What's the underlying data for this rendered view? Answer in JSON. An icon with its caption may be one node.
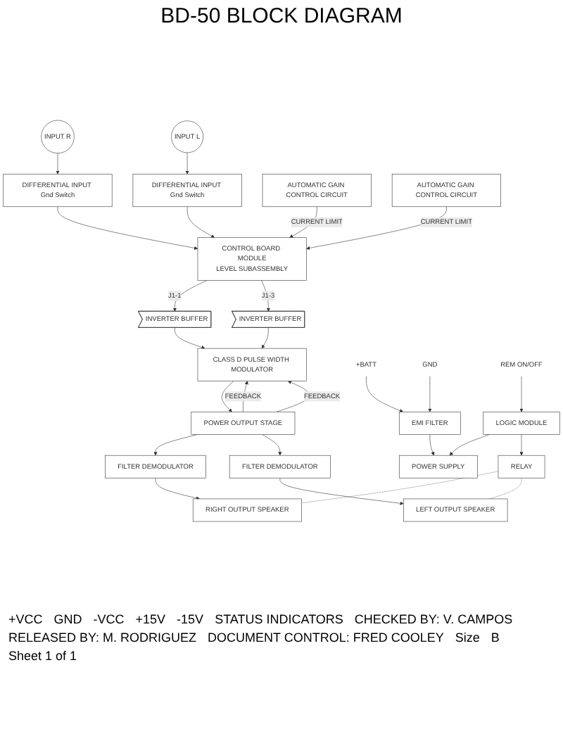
{
  "diagram": {
    "title": "BD-50 BLOCK DIAGRAM",
    "nodes": [
      {
        "text": [
          "INPUT R"
        ]
      },
      {
        "text": [
          "INPUT L"
        ]
      },
      {
        "text": [
          "DIFFERENTIAL INPUT Gnd Switch"
        ]
      },
      {
        "text": [
          "DIFFERENTIAL INPUT Gnd Switch"
        ]
      },
      {
        "text": [
          "CONTROL BOARD MODULE",
          "LEVEL SUBASSEMBLY"
        ]
      },
      {
        "text": [
          "INVERTER BUFFER"
        ]
      },
      {
        "text": [
          "INVERTER BUFFER"
        ]
      },
      {
        "text": [
          "CLASS D PULSE WIDTH MODULATOR"
        ]
      },
      {
        "text": [
          "POWER OUTPUT STAGE"
        ]
      },
      {
        "text": [
          "FILTER DEMODULATOR"
        ]
      },
      {
        "text": [
          "FILTER DEMODULATOR"
        ]
      },
      {
        "text": [
          "RIGHT OUTPUT SPEAKER"
        ]
      },
      {
        "text": [
          "LEFT OUTPUT SPEAKER"
        ]
      },
      {
        "text": [
          "RELAY"
        ]
      },
      {
        "text": [
          "AUTOMATIC GAIN CONTROL CIRCUIT"
        ]
      },
      {
        "text": [
          "AUTOMATIC GAIN CONTROL CIRCUIT"
        ]
      },
      {
        "text": [
          "POWER SUPPLY"
        ]
      },
      {
        "text": [
          "EMI FILTER"
        ]
      },
      {
        "text": [
          "LOGIC MODULE"
        ]
      },
      {
        "text": [
          "+BATT"
        ]
      },
      {
        "text": [
          "GND"
        ]
      },
      {
        "text": [
          "REM ON/OFF"
        ]
      }
    ],
    "edges": [
      {
        "from": 0,
        "to": 2,
        "arrow": "to"
      },
      {
        "from": 1,
        "to": 3,
        "arrow": "to"
      },
      {
        "from": 2,
        "to": 4,
        "arrow": "to"
      },
      {
        "from": 3,
        "to": 4,
        "arrow": "to"
      },
      {
        "from": 4,
        "to": 5,
        "arrow": "to",
        "label": "J1-1"
      },
      {
        "from": 4,
        "to": 6,
        "arrow": "to",
        "label": "J1-3"
      },
      {
        "from": 5,
        "to": 7,
        "arrow": "to"
      },
      {
        "from": 6,
        "to": 7,
        "arrow": "to"
      },
      {
        "from": 7,
        "to": 8,
        "arrow": "to"
      },
      {
        "from": 8,
        "to": 9,
        "arrow": "to"
      },
      {
        "from": 8,
        "to": 10,
        "arrow": "to"
      },
      {
        "from": 9,
        "to": 11,
        "arrow": "to"
      },
      {
        "from": 10,
        "to": 12,
        "arrow": "to"
      },
      {
        "from": 13,
        "to": 11,
        "arrow": "none",
        "style": "dashed"
      },
      {
        "from": 13,
        "to": 12,
        "arrow": "none",
        "style": "dashed"
      },
      {
        "from": 8,
        "to": 7,
        "arrow": "to",
        "label": "FEEDBACK"
      },
      {
        "from": 8,
        "to": 7,
        "arrow": "to",
        "label": "FEEDBACK"
      },
      {
        "from": 14,
        "to": 4,
        "arrow": "to",
        "label": "CURRENT LIMIT"
      },
      {
        "from": 15,
        "to": 4,
        "arrow": "to",
        "label": "CURRENT LIMIT"
      },
      {
        "from": 19,
        "to": 17,
        "arrow": "to"
      },
      {
        "from": 20,
        "to": 17,
        "arrow": "to"
      },
      {
        "from": 17,
        "to": 16,
        "arrow": "to"
      },
      {
        "from": 21,
        "to": 18,
        "arrow": "to"
      },
      {
        "from": 18,
        "to": 16,
        "arrow": "to"
      },
      {
        "from": 18,
        "to": 13,
        "arrow": "to"
      }
    ],
    "labels": [
      "+VCC",
      "GND",
      "-VCC",
      "+15V",
      "-15V",
      "STATUS INDICATORS",
      "CHECKED BY: V. CAMPOS",
      "RELEASED BY: M. RODRIGUEZ",
      "DOCUMENT CONTROL: FRED COOLEY",
      "Size",
      "B",
      "Sheet 1 of 1"
    ]
  }
}
